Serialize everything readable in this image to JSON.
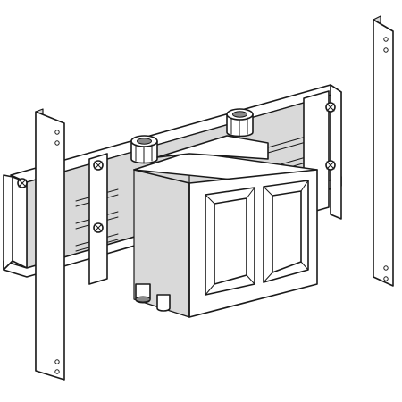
{
  "figure": {
    "subject": "concealed-installation-frame-with-function-box",
    "colors": {
      "line": "#1a1a1a",
      "fill": "#ffffff",
      "shade": "#d9d9d9",
      "dark": "#8a8a8a",
      "background": "#ffffff"
    },
    "parts": [
      "left-upright-rail",
      "right-upright-rail",
      "horizontal-mounting-frame",
      "function-box",
      "service-opening-left",
      "service-opening-right",
      "top-connector-left",
      "top-connector-right",
      "bottom-connector-left",
      "bottom-connector-right",
      "fixing-screws"
    ]
  }
}
